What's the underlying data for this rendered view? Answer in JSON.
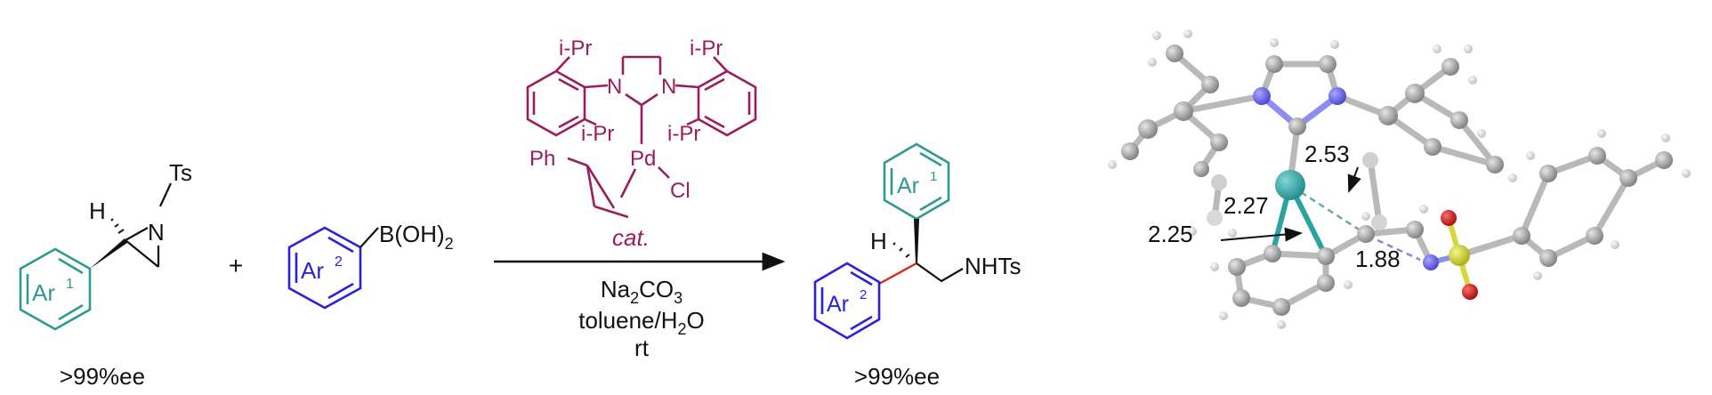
{
  "colors": {
    "ar1": "#2e9a92",
    "ar2": "#2b21d6",
    "catalyst": "#9b1d5c",
    "new_bond": "#e0261f",
    "text": "#111111",
    "pd": "#2aa3a3",
    "n_atom": "#6a66e6",
    "s_atom": "#c9cf2a",
    "o_atom": "#cc1a1a",
    "c_atom": "#9a9a9a",
    "h_atom": "#d4d4d4"
  },
  "reactant1": {
    "ar_label": "Ar",
    "ar_sup": "1",
    "h": "H",
    "n": "N",
    "ts": "Ts",
    "ee": ">99%ee"
  },
  "plus": "+",
  "reactant2": {
    "ar_label": "Ar",
    "ar_sup": "2",
    "boronic": "B(OH)",
    "boronic_sub": "2"
  },
  "catalyst": {
    "ipr": "i-Pr",
    "n": "N",
    "pd": "Pd",
    "cl": "Cl",
    "ph": "Ph",
    "label": "cat."
  },
  "conditions": {
    "base": "Na",
    "base_sub1": "2",
    "base_mid": "CO",
    "base_sub2": "3",
    "solvent": "toluene/H",
    "solvent_sub": "2",
    "solvent_end": "O",
    "temp": "rt"
  },
  "product": {
    "ar1_label": "Ar",
    "ar1_sup": "1",
    "ar2_label": "Ar",
    "ar2_sup": "2",
    "h": "H",
    "nhts": "NHTs",
    "ee": ">99%ee"
  },
  "model": {
    "distances": [
      "2.53",
      "2.27",
      "2.25",
      "1.88"
    ]
  }
}
